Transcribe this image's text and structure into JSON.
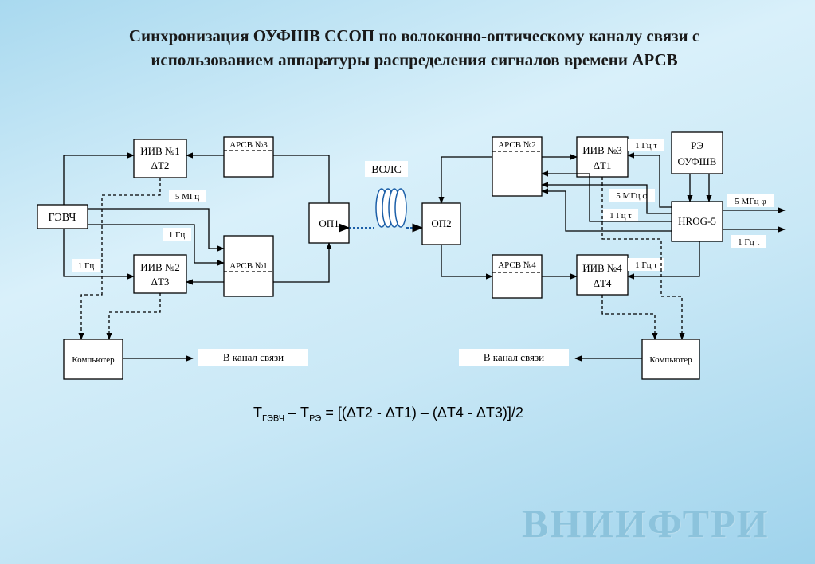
{
  "title_line1": "Синхронизация ОУФШВ ССОП по волоконно-оптическому каналу связи с",
  "title_line2": "использованием аппаратуры распределения сигналов времени АРСВ",
  "blocks": {
    "gevch": "ГЭВЧ",
    "iiv1_a": "ИИВ №1",
    "iiv1_b": "ΔТ2",
    "iiv2_a": "ИИВ №2",
    "iiv2_b": "ΔТ3",
    "iiv3_a": "ИИВ №3",
    "iiv3_b": "ΔТ1",
    "iiv4_a": "ИИВ №4",
    "iiv4_b": "ΔТ4",
    "arsv3": "АРСВ №3",
    "arsv1": "АРСВ №1",
    "arsv2": "АРСВ №2",
    "arsv4": "АРСВ №4",
    "op1": "ОП1",
    "op2": "ОП2",
    "vols": "ВОЛС",
    "re_a": "РЭ",
    "re_b": "ОУФШВ",
    "hrog": "HROG-5",
    "comp_left": "Компьютер",
    "comp_right": "Компьютер",
    "channel_left": "В канал связи",
    "channel_right": "В канал связи"
  },
  "labels": {
    "l_5mhz": "5 МГц",
    "l_1hz_a": "1 Гц",
    "l_1hz_b": "1 Гц",
    "r_1hz_top": "1 Гц τ",
    "r_5mhz_phi": "5 МГц φ",
    "r_1hz_mid": "1 Гц τ",
    "r_1hz_low": "1 Гц τ",
    "out_5mhz": "5 МГц φ",
    "out_1hz": "1 Гц τ"
  },
  "formula": {
    "t1": "Т",
    "s1": "ГЭВЧ",
    "mid": " – Т",
    "s2": "РЭ",
    "rest": " = [(ΔТ2 - ΔТ1) – (ΔТ4 - ΔТ3)]/2"
  },
  "watermark": "ВНИИФТРИ"
}
